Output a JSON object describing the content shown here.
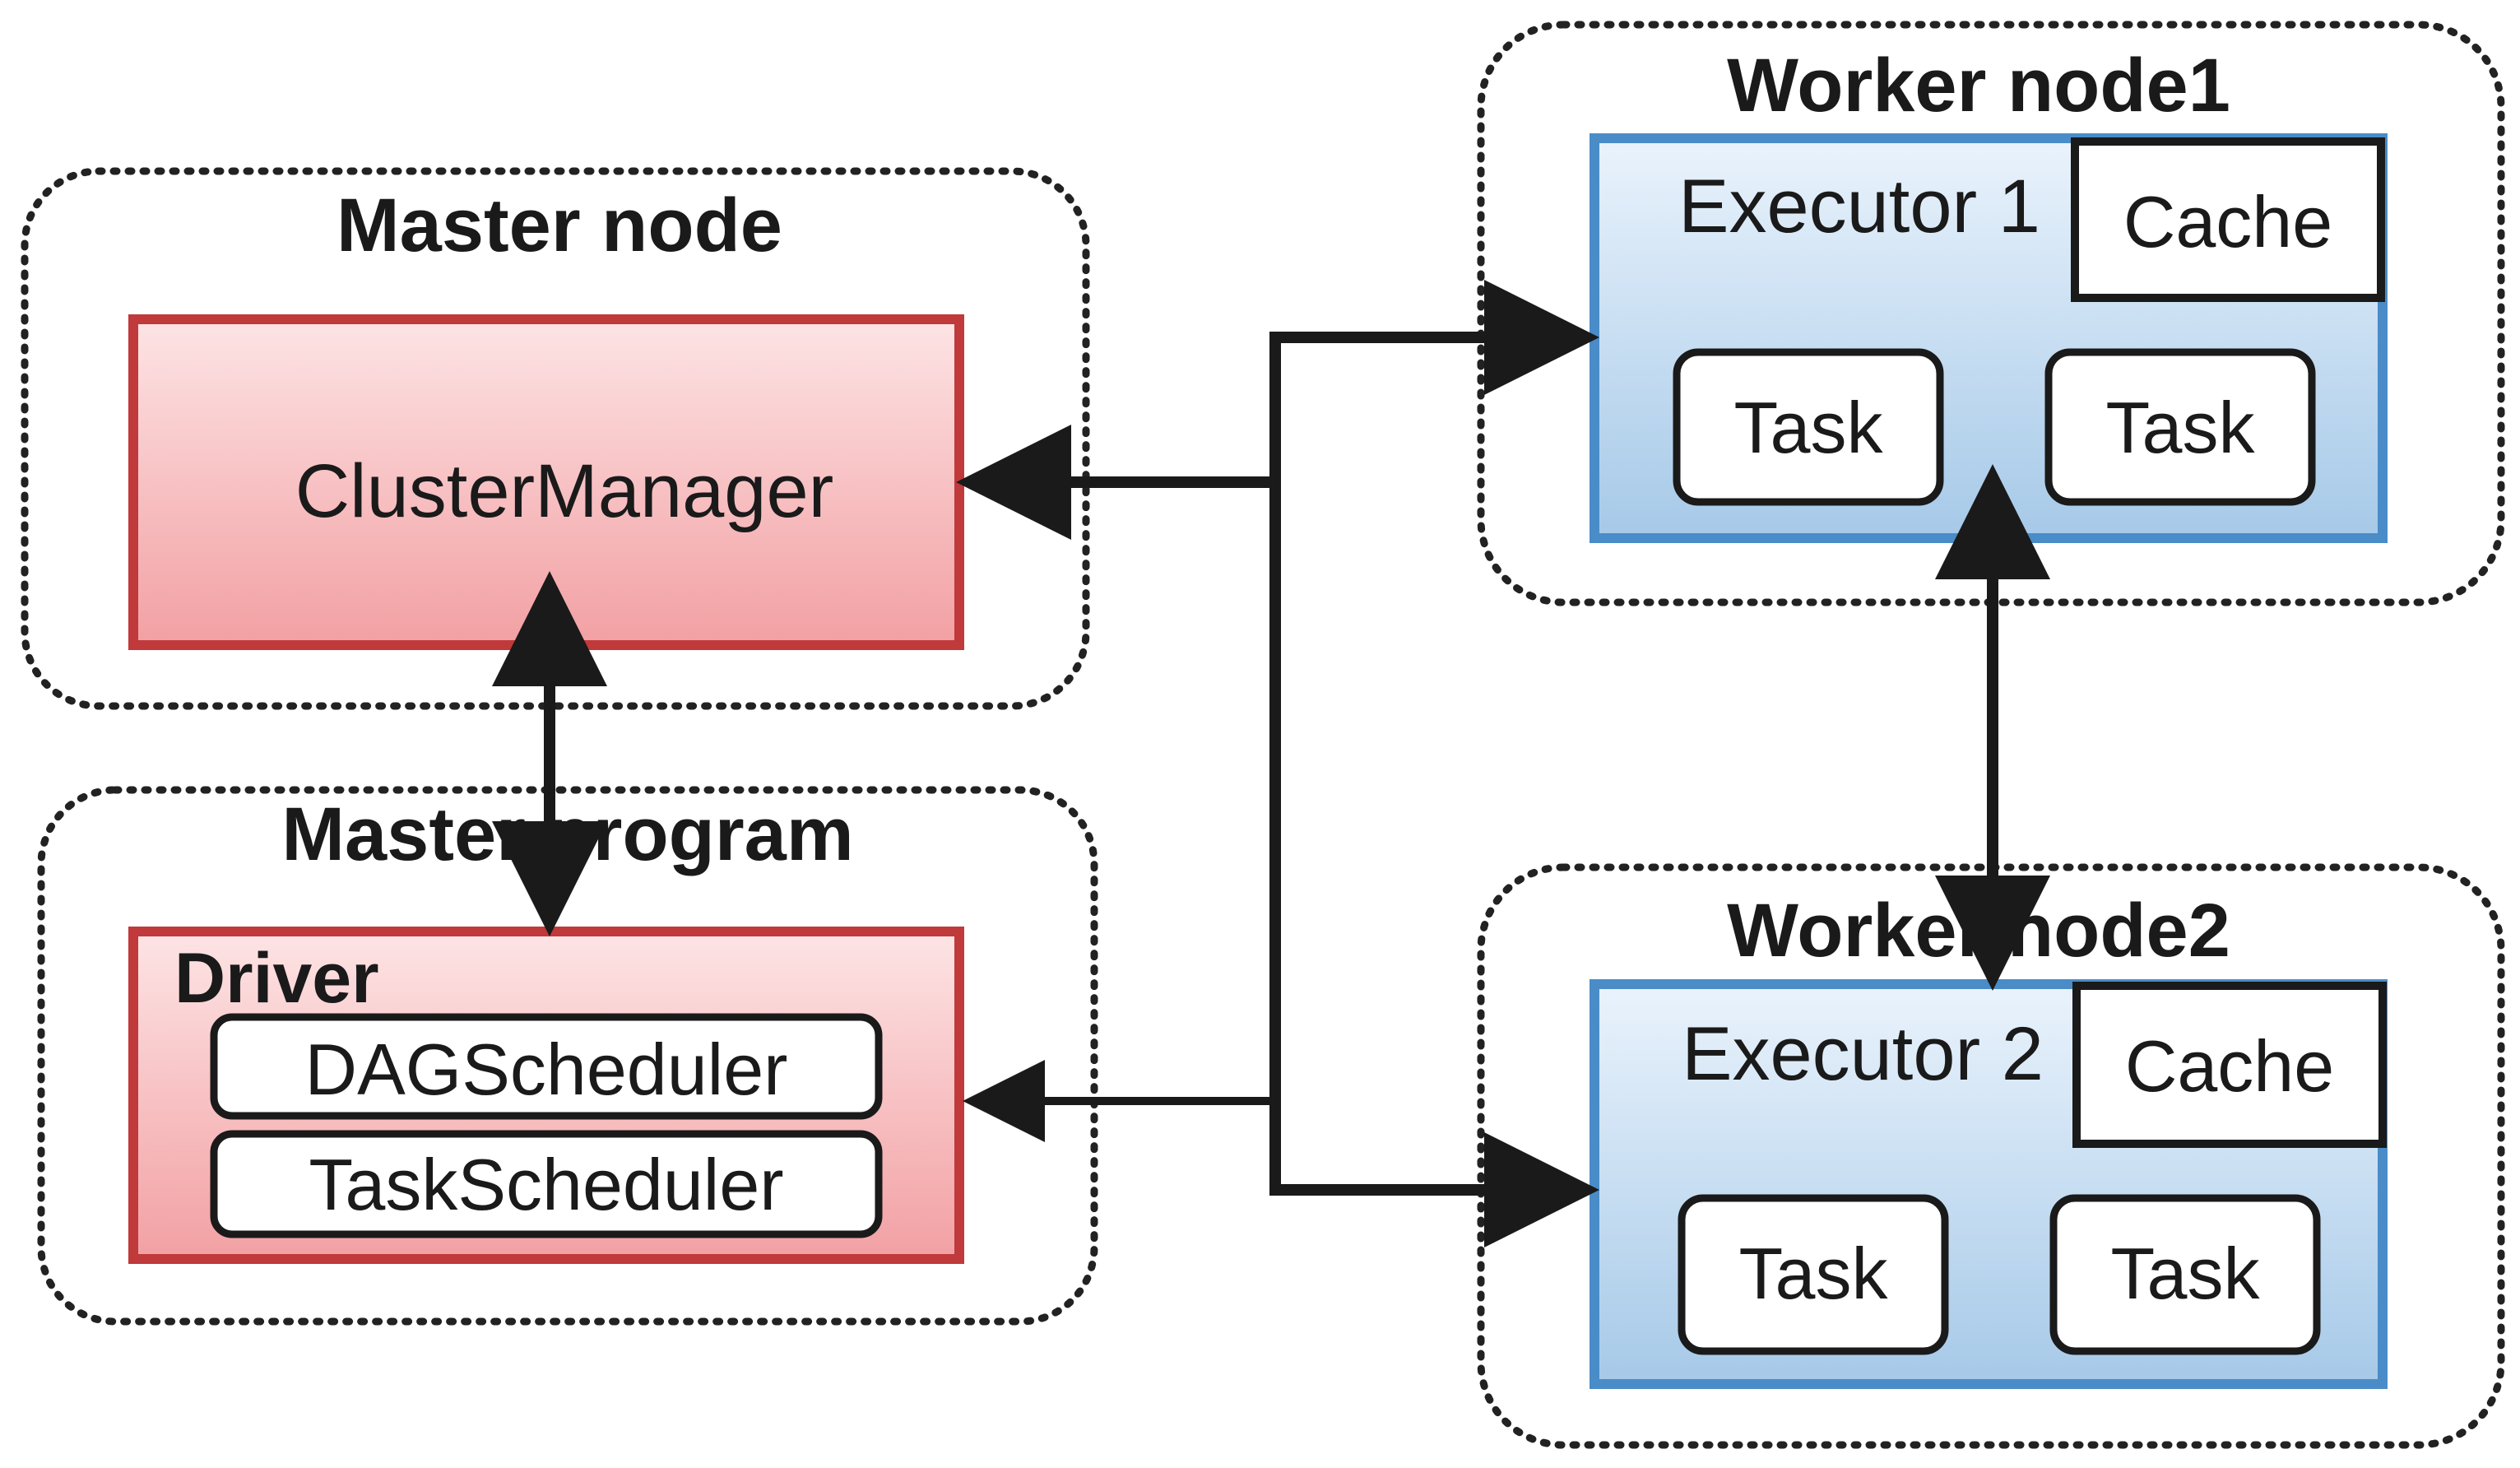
{
  "master_node": {
    "title": "Master node",
    "cluster_manager": "ClusterManager"
  },
  "master_program": {
    "title": "Master program",
    "driver": "Driver",
    "dag_scheduler": "DAGScheduler",
    "task_scheduler": "TaskScheduler"
  },
  "worker1": {
    "title": "Worker node1",
    "executor": "Executor 1",
    "cache": "Cache",
    "task_a": "Task",
    "task_b": "Task"
  },
  "worker2": {
    "title": "Worker node2",
    "executor": "Executor 2",
    "cache": "Cache",
    "task_a": "Task",
    "task_b": "Task"
  },
  "colors": {
    "red_box_fill_top": "#fbe0e2",
    "red_box_fill_bottom": "#f4a3a6",
    "red_border": "#c0393b",
    "blue_box_fill_top": "#e6f1fb",
    "blue_box_fill_bottom": "#a9cbe9",
    "blue_border": "#4a8cc8",
    "arrow": "#1a1a1a"
  }
}
